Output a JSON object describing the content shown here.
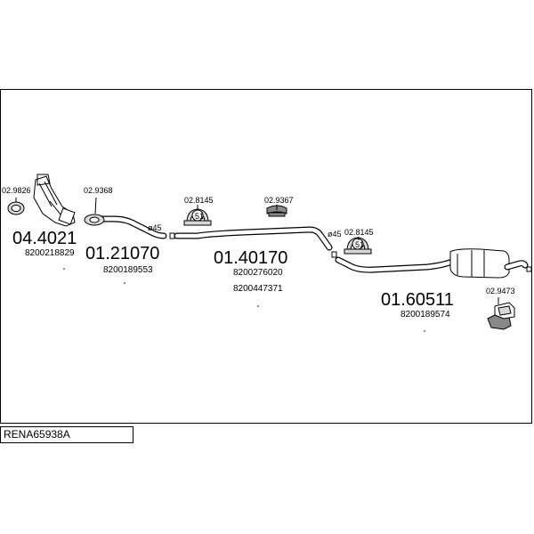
{
  "diagram_code": "RENA65938A",
  "parts": [
    {
      "id": "p1",
      "part_no": "04.4021",
      "oe_numbers": [
        "8200218829"
      ]
    },
    {
      "id": "p2",
      "part_no": "01.21070",
      "oe_numbers": [
        "8200189553"
      ]
    },
    {
      "id": "p3",
      "part_no": "01.40170",
      "oe_numbers": [
        "8200276020",
        "8200447371"
      ]
    },
    {
      "id": "p4",
      "part_no": "01.60511",
      "oe_numbers": [
        "8200189574"
      ]
    }
  ],
  "accessories": [
    {
      "id": "a1",
      "part_no": "02.9826"
    },
    {
      "id": "a2",
      "part_no": "02.9368"
    },
    {
      "id": "a3",
      "part_no": "02.8145",
      "badge": "51"
    },
    {
      "id": "a4",
      "part_no": "02.9367"
    },
    {
      "id": "a5",
      "part_no": "02.8145",
      "badge": "51"
    },
    {
      "id": "a6",
      "part_no": "02.9473"
    }
  ],
  "diameter_marks": [
    {
      "id": "d1",
      "label": "ø45"
    },
    {
      "id": "d2",
      "label": "ø45"
    }
  ]
}
